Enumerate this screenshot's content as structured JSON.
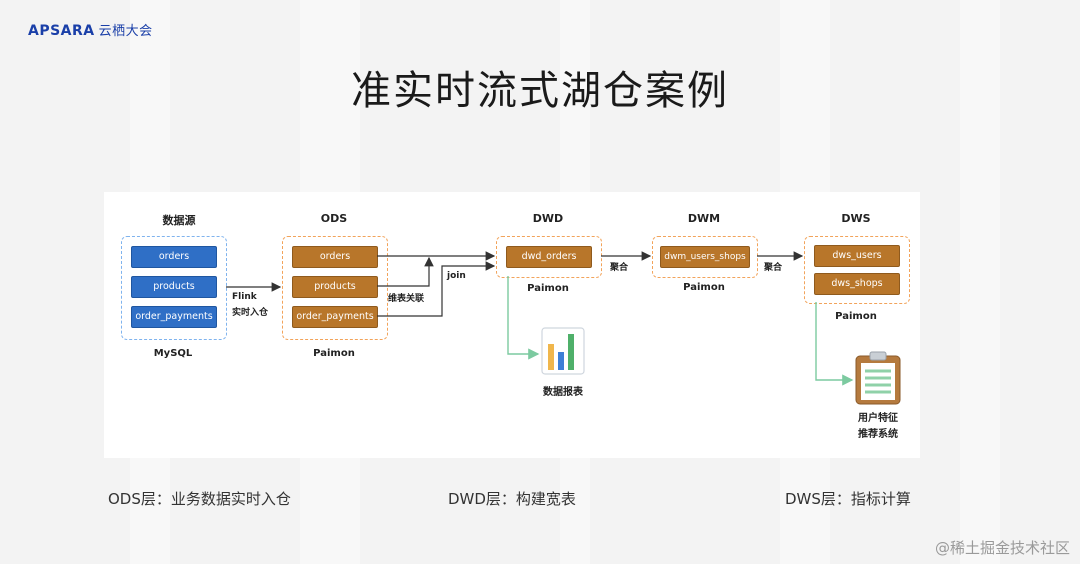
{
  "header": {
    "logo_text": "APSARA",
    "logo_cn": "云栖大会",
    "title": "准实时流式湖仓案例"
  },
  "diagram": {
    "columns": {
      "source": "数据源",
      "ods": "ODS",
      "dwd": "DWD",
      "dwm": "DWM",
      "dws": "DWS"
    },
    "source_nodes": [
      "orders",
      "products",
      "order_payments"
    ],
    "source_label": "MySQL",
    "ods_nodes": [
      "orders",
      "products",
      "order_payments"
    ],
    "ods_label": "Paimon",
    "dwd_node": "dwd_orders",
    "dwd_label": "Paimon",
    "dwm_node": "dwm_users_shops",
    "dwm_label": "Paimon",
    "dws_nodes": [
      "dws_users",
      "dws_shops"
    ],
    "dws_label": "Paimon",
    "edge_labels": {
      "flink_line1": "Flink",
      "flink_line2": "实时入仓",
      "dim_join": "维表关联",
      "join": "join",
      "agg1": "聚合",
      "agg2": "聚合"
    },
    "report_label": "数据报表",
    "rec_line1": "用户特征",
    "rec_line2": "推荐系统",
    "colors": {
      "blue": "#2f6fc6",
      "brown": "#b8762a",
      "dash": "#f2a35a",
      "green": "#7ccaa0"
    }
  },
  "captions": {
    "ods": "ODS层：业务数据实时入仓",
    "dwd": "DWD层：构建宽表",
    "dws": "DWS层：指标计算"
  },
  "watermark": "@稀土掘金技术社区"
}
